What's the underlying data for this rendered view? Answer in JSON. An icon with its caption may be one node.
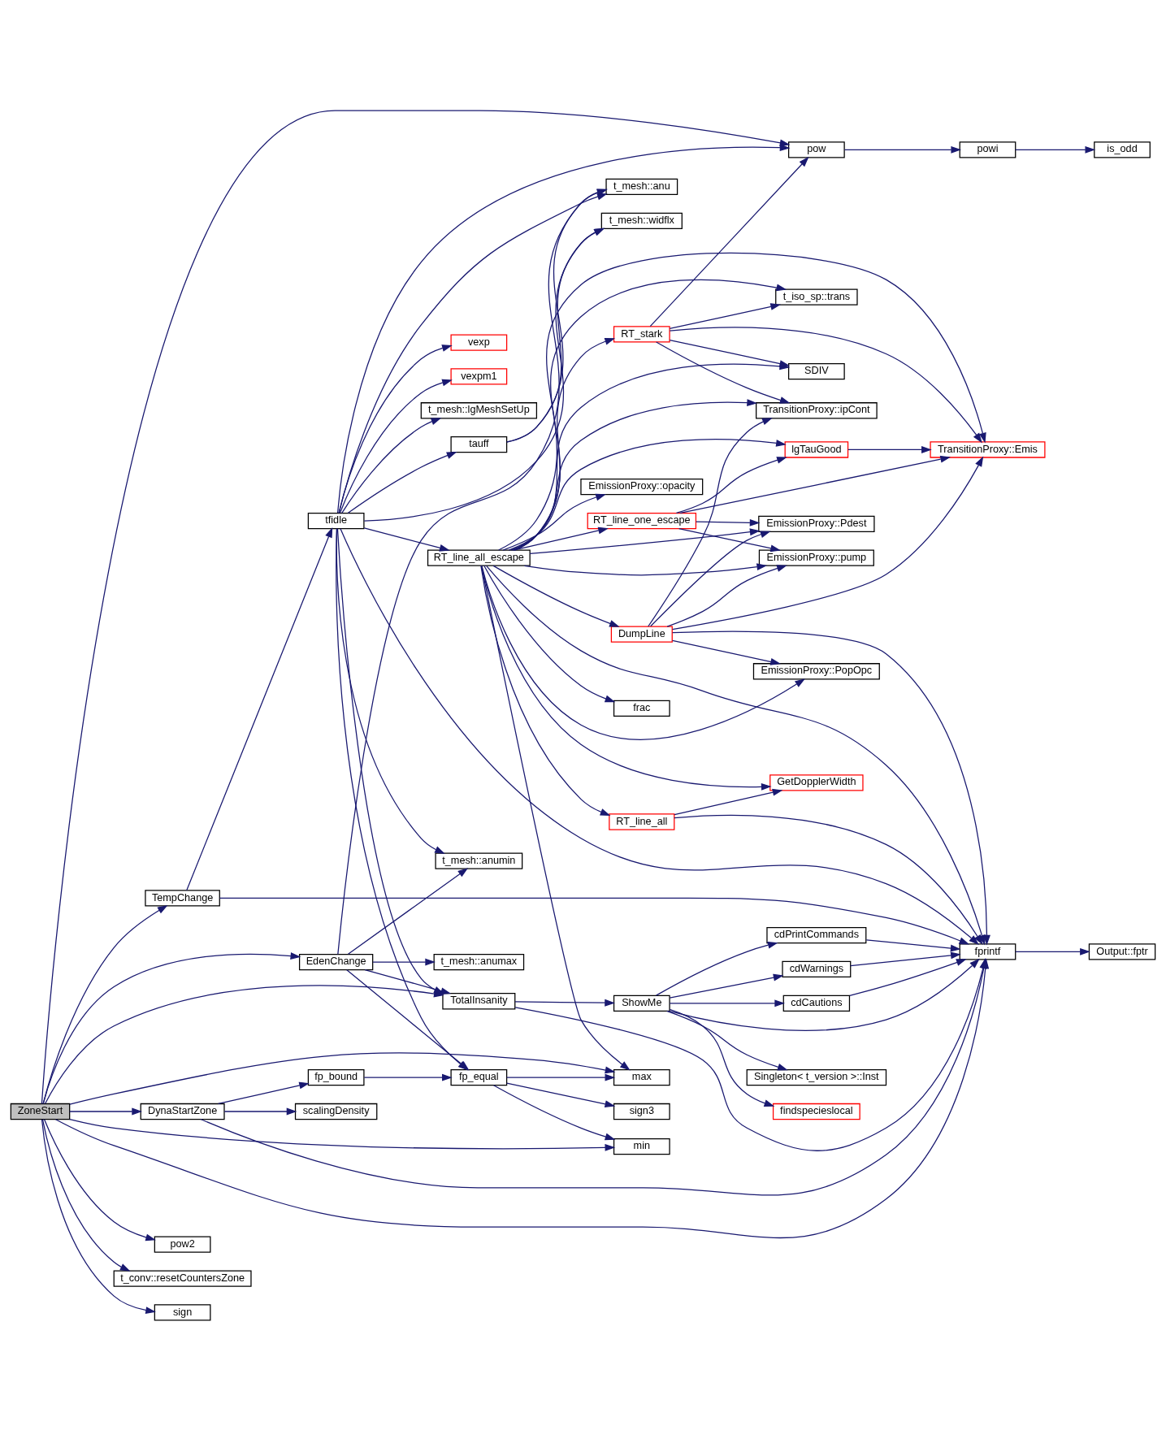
{
  "diagram": {
    "nodes": [
      {
        "text": [
          "ZoneStart"
        ]
      },
      {
        "text": [
          "DynaStartZone"
        ]
      },
      {
        "text": [
          "EdenChange"
        ]
      },
      {
        "text": [
          "pow2"
        ]
      },
      {
        "text": [
          "t_conv::resetCountersZone"
        ]
      },
      {
        "text": [
          "sign"
        ]
      },
      {
        "text": [
          "TempChange"
        ]
      },
      {
        "text": [
          "fp_bound"
        ]
      },
      {
        "text": [
          "scalingDensity"
        ]
      },
      {
        "text": [
          "tfidle"
        ]
      },
      {
        "text": [
          "RT_line_all_escape"
        ]
      },
      {
        "text": [
          "fp_equal"
        ]
      },
      {
        "text": [
          "t_mesh::anumax"
        ]
      },
      {
        "text": [
          "TotalInsanity"
        ]
      },
      {
        "text": [
          "t_mesh::anumin"
        ]
      },
      {
        "text": [
          "tauff"
        ]
      },
      {
        "text": [
          "vexp"
        ]
      },
      {
        "text": [
          "vexpm1"
        ]
      },
      {
        "text": [
          "t_mesh::lgMeshSetUp"
        ]
      },
      {
        "text": [
          "RT_line_one_escape"
        ]
      },
      {
        "text": [
          "DumpLine"
        ]
      },
      {
        "text": [
          "frac"
        ]
      },
      {
        "text": [
          "EmissionProxy::opacity"
        ]
      },
      {
        "text": [
          "RT_stark"
        ]
      },
      {
        "text": [
          "RT_line_all"
        ]
      },
      {
        "text": [
          "max"
        ]
      },
      {
        "text": [
          "min"
        ]
      },
      {
        "text": [
          "sign3"
        ]
      },
      {
        "text": [
          "ShowMe"
        ]
      },
      {
        "text": [
          "t_mesh::anu"
        ]
      },
      {
        "text": [
          "t_mesh::widflx"
        ]
      },
      {
        "text": [
          "lgTauGood"
        ]
      },
      {
        "text": [
          "EmissionProxy::pump"
        ]
      },
      {
        "text": [
          "EmissionProxy::Pdest"
        ]
      },
      {
        "text": [
          "EmissionProxy::PopOpc"
        ]
      },
      {
        "text": [
          "TransitionProxy::ipCont"
        ]
      },
      {
        "text": [
          "SDIV"
        ]
      },
      {
        "text": [
          "t_iso_sp::trans"
        ]
      },
      {
        "text": [
          "GetDopplerWidth"
        ]
      },
      {
        "text": [
          "pow"
        ]
      },
      {
        "text": [
          "Singleton< t_version >::Inst"
        ]
      },
      {
        "text": [
          "findspecieslocal"
        ]
      },
      {
        "text": [
          "cdPrintCommands"
        ]
      },
      {
        "text": [
          "cdWarnings"
        ]
      },
      {
        "text": [
          "cdCautions"
        ]
      },
      {
        "text": [
          "TransitionProxy::Emis"
        ]
      },
      {
        "text": [
          "powi"
        ]
      },
      {
        "text": [
          "fprintf"
        ]
      },
      {
        "text": [
          "is_odd"
        ]
      },
      {
        "text": [
          "Output::fptr"
        ]
      }
    ],
    "edges": [
      {
        "from": 0,
        "to": 1,
        "arrow": "to"
      },
      {
        "from": 0,
        "to": 2,
        "arrow": "to"
      },
      {
        "from": 0,
        "to": 13,
        "arrow": "to"
      },
      {
        "from": 0,
        "to": 3,
        "arrow": "to"
      },
      {
        "from": 0,
        "to": 4,
        "arrow": "to"
      },
      {
        "from": 0,
        "to": 5,
        "arrow": "to"
      },
      {
        "from": 0,
        "to": 6,
        "arrow": "to"
      },
      {
        "from": 0,
        "to": 39,
        "arrow": "to"
      },
      {
        "from": 0,
        "to": 25,
        "arrow": "to"
      },
      {
        "from": 0,
        "to": 26,
        "arrow": "to"
      },
      {
        "from": 0,
        "to": 47,
        "arrow": "to"
      },
      {
        "from": 1,
        "to": 7,
        "arrow": "to"
      },
      {
        "from": 1,
        "to": 8,
        "arrow": "to"
      },
      {
        "from": 1,
        "to": 47,
        "arrow": "to"
      },
      {
        "from": 7,
        "to": 11,
        "arrow": "to"
      },
      {
        "from": 2,
        "to": 11,
        "arrow": "to"
      },
      {
        "from": 2,
        "to": 12,
        "arrow": "to"
      },
      {
        "from": 2,
        "to": 13,
        "arrow": "to"
      },
      {
        "from": 2,
        "to": 14,
        "arrow": "to"
      },
      {
        "from": 2,
        "to": 29,
        "arrow": "to"
      },
      {
        "from": 6,
        "to": 9,
        "arrow": "to"
      },
      {
        "from": 6,
        "to": 47,
        "arrow": "to"
      },
      {
        "from": 9,
        "to": 10,
        "arrow": "to"
      },
      {
        "from": 9,
        "to": 11,
        "arrow": "to"
      },
      {
        "from": 9,
        "to": 39,
        "arrow": "to"
      },
      {
        "from": 9,
        "to": 13,
        "arrow": "to"
      },
      {
        "from": 9,
        "to": 14,
        "arrow": "to"
      },
      {
        "from": 9,
        "to": 29,
        "arrow": "to"
      },
      {
        "from": 9,
        "to": 15,
        "arrow": "to"
      },
      {
        "from": 9,
        "to": 30,
        "arrow": "to"
      },
      {
        "from": 9,
        "to": 16,
        "arrow": "to"
      },
      {
        "from": 9,
        "to": 17,
        "arrow": "to"
      },
      {
        "from": 9,
        "to": 18,
        "arrow": "to"
      },
      {
        "from": 9,
        "to": 47,
        "arrow": "to"
      },
      {
        "from": 15,
        "to": 29,
        "arrow": "to"
      },
      {
        "from": 15,
        "to": 30,
        "arrow": "to"
      },
      {
        "from": 13,
        "to": 47,
        "arrow": "to"
      },
      {
        "from": 13,
        "to": 28,
        "arrow": "to"
      },
      {
        "from": 28,
        "to": 40,
        "arrow": "to"
      },
      {
        "from": 28,
        "to": 41,
        "arrow": "to"
      },
      {
        "from": 28,
        "to": 42,
        "arrow": "to"
      },
      {
        "from": 28,
        "to": 43,
        "arrow": "to"
      },
      {
        "from": 28,
        "to": 47,
        "arrow": "to"
      },
      {
        "from": 28,
        "to": 44,
        "arrow": "to"
      },
      {
        "from": 42,
        "to": 47,
        "arrow": "to"
      },
      {
        "from": 43,
        "to": 47,
        "arrow": "to"
      },
      {
        "from": 44,
        "to": 47,
        "arrow": "to"
      },
      {
        "from": 47,
        "to": 49,
        "arrow": "to"
      },
      {
        "from": 11,
        "to": 25,
        "arrow": "to"
      },
      {
        "from": 11,
        "to": 26,
        "arrow": "to"
      },
      {
        "from": 11,
        "to": 27,
        "arrow": "to"
      },
      {
        "from": 10,
        "to": 45,
        "arrow": "to"
      },
      {
        "from": 10,
        "to": 31,
        "arrow": "to"
      },
      {
        "from": 10,
        "to": 19,
        "arrow": "to"
      },
      {
        "from": 10,
        "to": 32,
        "arrow": "to"
      },
      {
        "from": 10,
        "to": 33,
        "arrow": "to"
      },
      {
        "from": 10,
        "to": 20,
        "arrow": "to"
      },
      {
        "from": 10,
        "to": 21,
        "arrow": "to"
      },
      {
        "from": 10,
        "to": 34,
        "arrow": "to"
      },
      {
        "from": 10,
        "to": 35,
        "arrow": "to"
      },
      {
        "from": 10,
        "to": 22,
        "arrow": "to"
      },
      {
        "from": 10,
        "to": 36,
        "arrow": "to"
      },
      {
        "from": 10,
        "to": 23,
        "arrow": "to"
      },
      {
        "from": 10,
        "to": 37,
        "arrow": "to"
      },
      {
        "from": 10,
        "to": 38,
        "arrow": "to"
      },
      {
        "from": 10,
        "to": 24,
        "arrow": "to"
      },
      {
        "from": 10,
        "to": 25,
        "arrow": "to"
      },
      {
        "from": 10,
        "to": 47,
        "arrow": "to"
      },
      {
        "from": 19,
        "to": 31,
        "arrow": "to"
      },
      {
        "from": 19,
        "to": 45,
        "arrow": "to"
      },
      {
        "from": 19,
        "to": 32,
        "arrow": "to"
      },
      {
        "from": 19,
        "to": 33,
        "arrow": "to"
      },
      {
        "from": 31,
        "to": 45,
        "arrow": "to"
      },
      {
        "from": 20,
        "to": 32,
        "arrow": "to"
      },
      {
        "from": 20,
        "to": 33,
        "arrow": "to"
      },
      {
        "from": 20,
        "to": 45,
        "arrow": "to"
      },
      {
        "from": 20,
        "to": 34,
        "arrow": "to"
      },
      {
        "from": 20,
        "to": 35,
        "arrow": "to"
      },
      {
        "from": 20,
        "to": 47,
        "arrow": "to"
      },
      {
        "from": 23,
        "to": 35,
        "arrow": "to"
      },
      {
        "from": 23,
        "to": 36,
        "arrow": "to"
      },
      {
        "from": 23,
        "to": 45,
        "arrow": "to"
      },
      {
        "from": 23,
        "to": 37,
        "arrow": "to"
      },
      {
        "from": 23,
        "to": 39,
        "arrow": "to"
      },
      {
        "from": 24,
        "to": 38,
        "arrow": "to"
      },
      {
        "from": 24,
        "to": 47,
        "arrow": "to"
      },
      {
        "from": 39,
        "to": 46,
        "arrow": "to"
      },
      {
        "from": 46,
        "to": 48,
        "arrow": "to"
      }
    ]
  }
}
